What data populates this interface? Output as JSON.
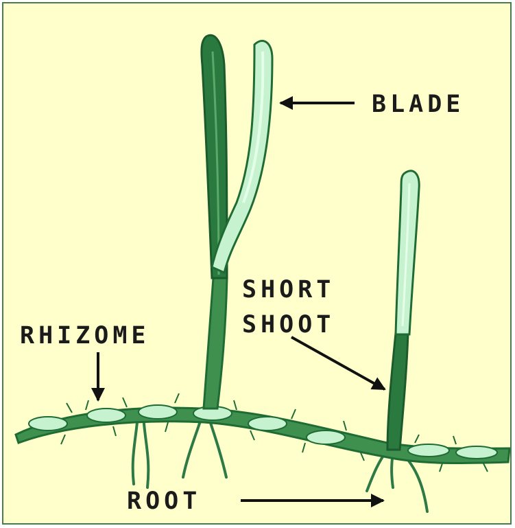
{
  "colors": {
    "background": "#ffffcc",
    "border": "#4a7a52",
    "dark_green": "#1f6b34",
    "mid_green": "#3f8f4f",
    "leaf_light": "#c6f2cf",
    "leaf_pale": "#e4ffe8",
    "arrow": "#111111",
    "text": "#1b1b1b"
  },
  "labels": {
    "blade": "BLADE",
    "short_shoot_line1": "SHORT",
    "short_shoot_line2": "SHOOT",
    "rhizome": "RHIZOME",
    "root": "ROOT"
  },
  "icons": [
    "seagrass-plant-icon",
    "arrow-icon"
  ]
}
